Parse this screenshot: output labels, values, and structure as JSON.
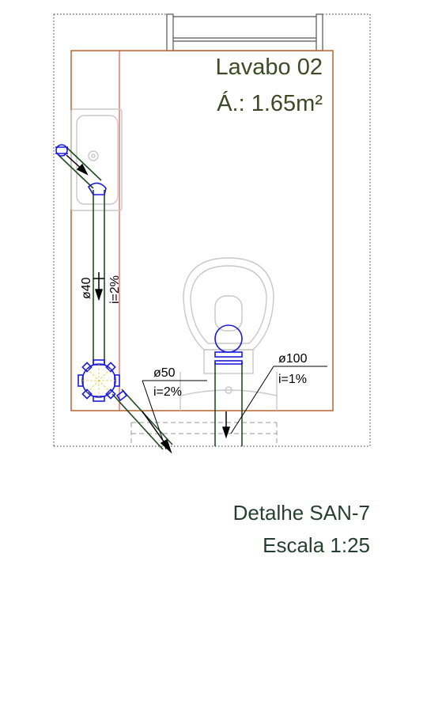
{
  "room": {
    "name": "Lavabo 02",
    "area": "Á.: 1.65m²"
  },
  "pipes": {
    "vertical": {
      "diameter": "ø40",
      "slope": "i=2%"
    },
    "branch": {
      "diameter": "ø50",
      "slope": "i=2%"
    },
    "toilet": {
      "diameter": "ø100",
      "slope": "i=1%"
    }
  },
  "caption": {
    "detail": "Detalhe SAN-7",
    "scale": "Escala 1:25"
  },
  "colors": {
    "wall": "#b5652e",
    "pipe": "#1f4d1f",
    "fitting": "#1a1adb",
    "fixture": "#c8c8c8",
    "redline": "#e23030",
    "text": "#3d4a25",
    "caption": "#264030"
  }
}
